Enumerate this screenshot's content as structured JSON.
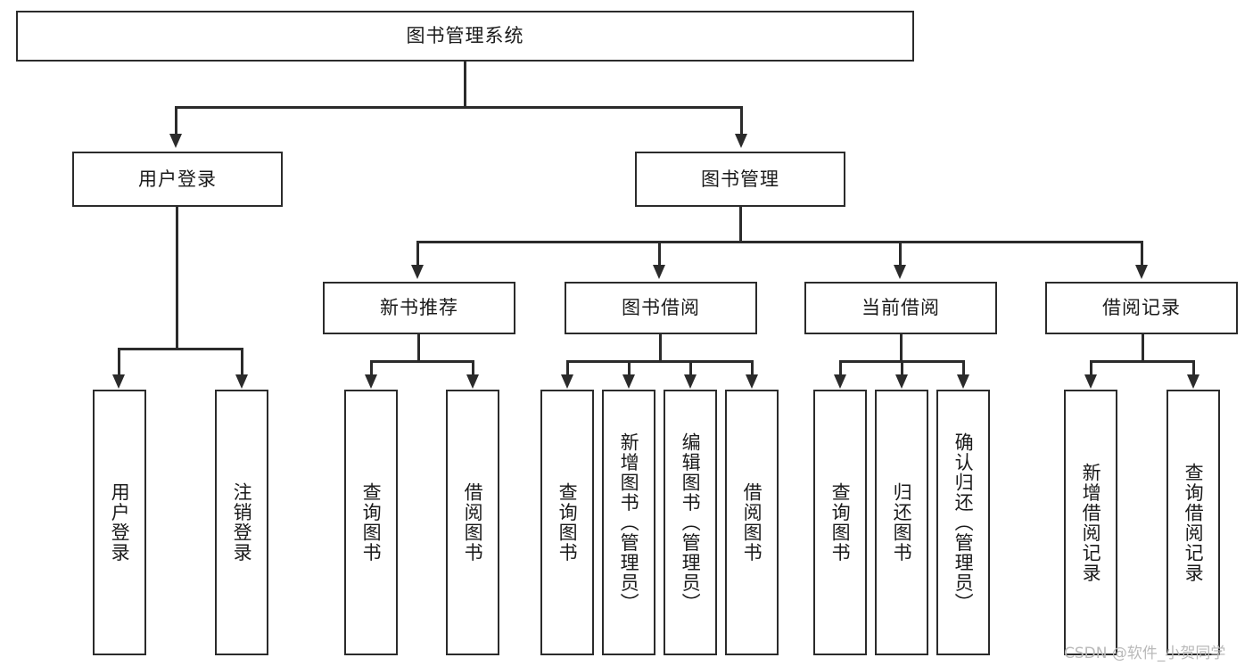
{
  "diagram": {
    "type": "tree-hierarchy",
    "title": "图书管理系统",
    "root": {
      "label": "图书管理系统",
      "level": 1
    },
    "level2": [
      {
        "label": "用户登录"
      },
      {
        "label": "图书管理"
      }
    ],
    "level3": [
      {
        "label": "新书推荐"
      },
      {
        "label": "图书借阅"
      },
      {
        "label": "当前借阅"
      },
      {
        "label": "借阅记录"
      }
    ],
    "leaves": {
      "user_login": [
        {
          "label": "用户登录"
        },
        {
          "label": "注销登录"
        }
      ],
      "new_book_recommend": [
        {
          "label": "查询图书"
        },
        {
          "label": "借阅图书"
        }
      ],
      "book_borrow": [
        {
          "label": "查询图书"
        },
        {
          "label": "新增图书（管理员）"
        },
        {
          "label": "编辑图书（管理员）"
        },
        {
          "label": "借阅图书"
        }
      ],
      "current_borrow": [
        {
          "label": "查询图书"
        },
        {
          "label": "归还图书"
        },
        {
          "label": "确认归还（管理员）"
        }
      ],
      "borrow_record": [
        {
          "label": "新增借阅记录"
        },
        {
          "label": "查询借阅记录"
        }
      ]
    }
  },
  "watermark": {
    "text": "CSDN @软件_小贺同学"
  },
  "colors": {
    "stroke": "#2b2b2b",
    "text": "#1a1a1a",
    "background": "#ffffff",
    "watermark": "#b9b9b9"
  }
}
